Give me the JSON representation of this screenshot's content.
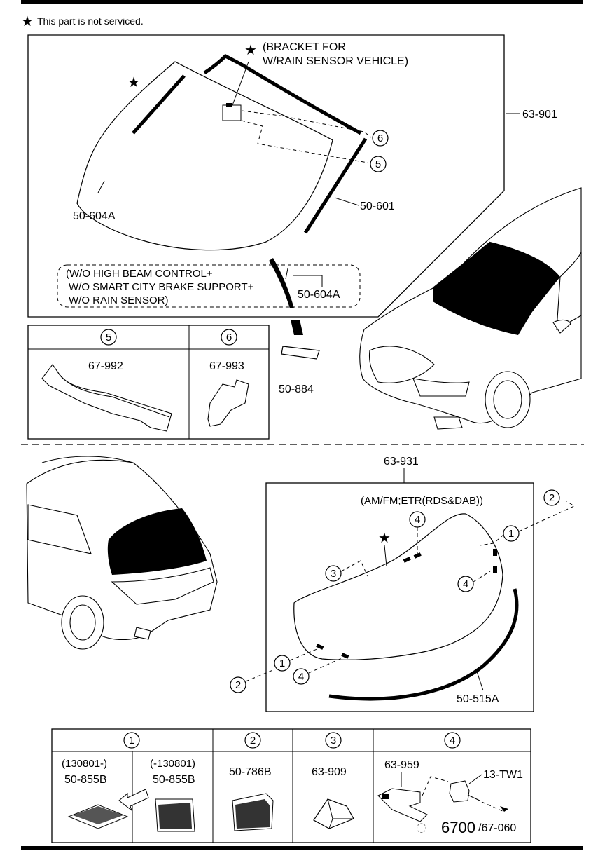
{
  "note": "This part is not serviced.",
  "windshield": {
    "assembly_number": "63-901",
    "bracket_note": [
      "(BRACKET FOR",
      "W/RAIN SENSOR VEHICLE)"
    ],
    "molding_side_left": "50-604A",
    "molding_side_right": "50-601",
    "molding_lower": "50-604A",
    "cover": "50-884",
    "condition_note": [
      "(W/O HIGH BEAM CONTROL+",
      "W/O SMART CITY BRAKE SUPPORT+",
      "W/O RAIN SENSOR)"
    ],
    "callouts": [
      "5",
      "6"
    ]
  },
  "detail_table_top": [
    {
      "callout": "5",
      "part": "67-992"
    },
    {
      "callout": "6",
      "part": "67-993"
    }
  ],
  "back_glass": {
    "assembly_number": "63-931",
    "radio_note": "(AM/FM;ETR(RDS&DAB))",
    "molding": "50-515A",
    "callouts": [
      "1",
      "2",
      "3",
      "4"
    ]
  },
  "detail_table_bottom": {
    "col1": {
      "callout": "1",
      "left_date": "(130801-)",
      "left_part": "50-855B",
      "right_date": "(-130801)",
      "right_part": "50-855B"
    },
    "col2": {
      "callout": "2",
      "part": "50-786B"
    },
    "col3": {
      "callout": "3",
      "part": "63-909"
    },
    "col4": {
      "callout": "4",
      "part_a": "63-959",
      "part_b": "13-TW1",
      "part_c_big": "6700",
      "part_c_suffix": "/67-060"
    }
  }
}
